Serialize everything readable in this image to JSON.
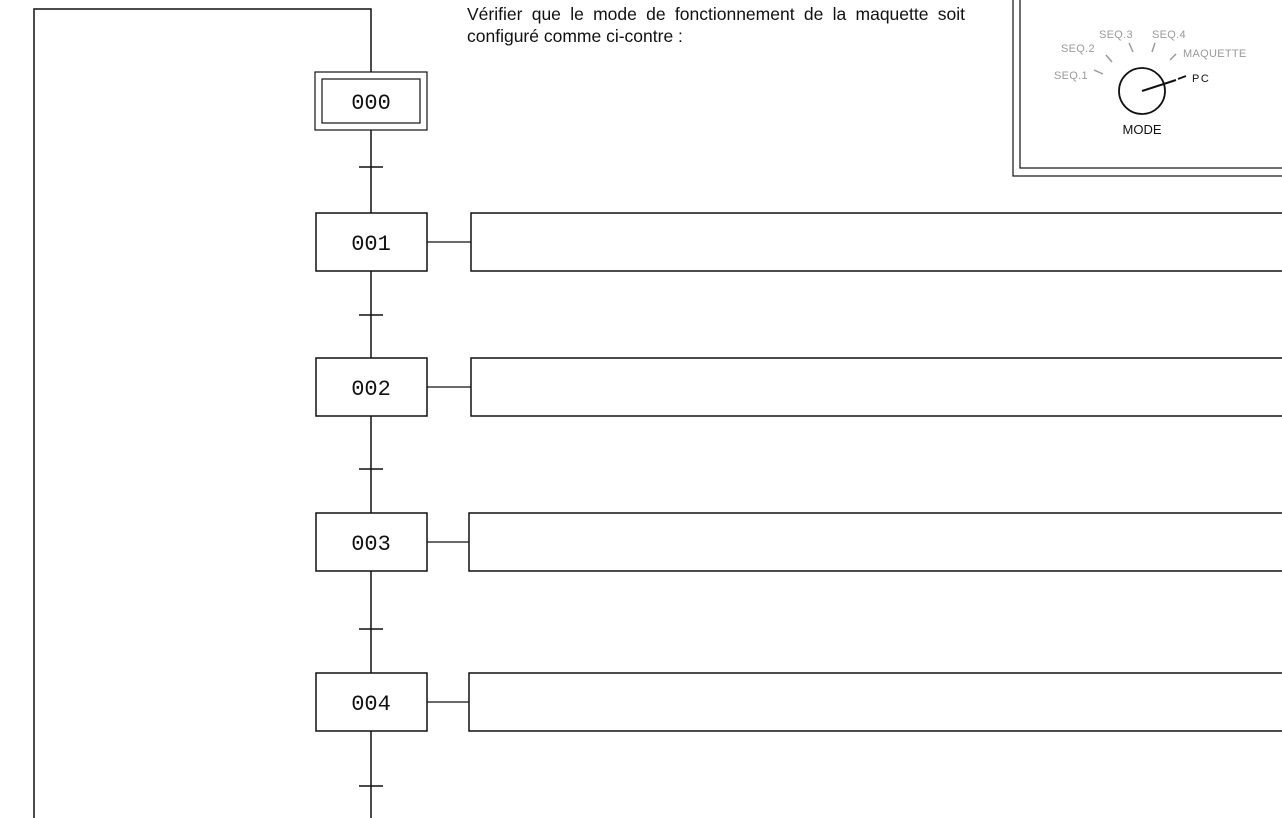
{
  "instruction": "Vérifier que le mode de fonctionnement de la maquette soit configuré comme ci-contre :",
  "mode_panel": {
    "positions": [
      "SEQ.1",
      "SEQ.2",
      "SEQ.3",
      "SEQ.4",
      "MAQUETTE",
      "PC"
    ],
    "selected": "PC",
    "caption": "MODE"
  },
  "grafcet": {
    "initial_step": "000",
    "steps": [
      "001",
      "002",
      "003",
      "004"
    ]
  },
  "colors": {
    "line": "#111111",
    "inactive_label": "#9a9a9a"
  }
}
